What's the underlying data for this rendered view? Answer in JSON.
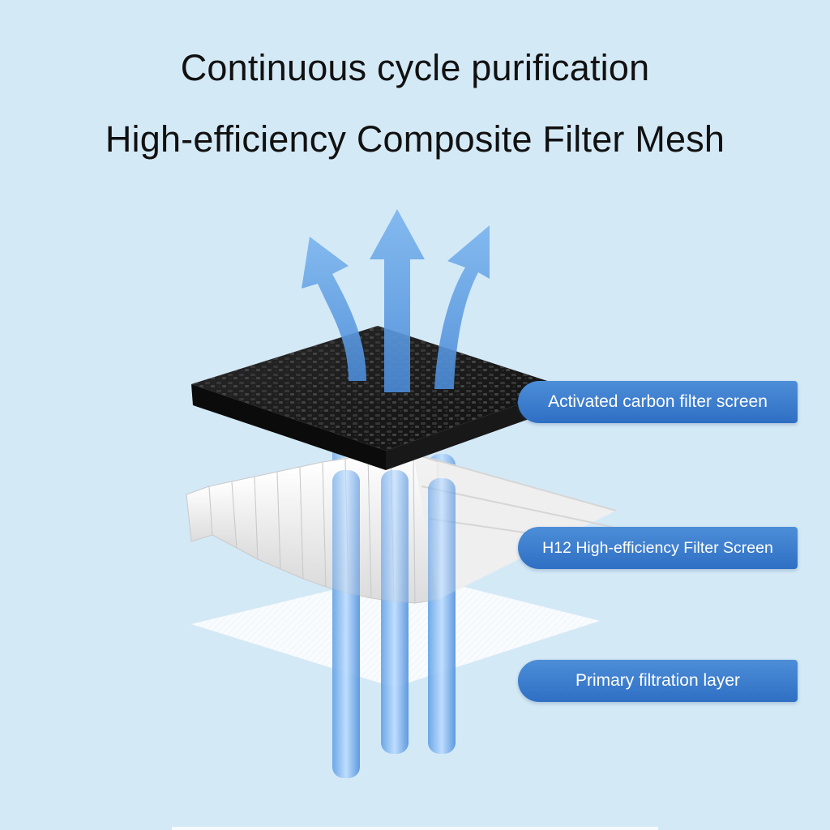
{
  "header": {
    "line1": "Continuous cycle purification",
    "line2": "High-efficiency Composite Filter Mesh"
  },
  "layers": [
    {
      "label": "Activated carbon filter screen",
      "color": "#1c1c1c"
    },
    {
      "label": "H12 High-efficiency Filter Screen",
      "color": "#f4f4f4"
    },
    {
      "label": "Primary filtration layer",
      "color": "#ffffff"
    }
  ],
  "colors": {
    "background": "#d4e9f6",
    "label_fill": "#3a7ccc",
    "airflow": "#7fb6ec"
  },
  "icons": {
    "airflow": "upward-arrow-icon"
  }
}
